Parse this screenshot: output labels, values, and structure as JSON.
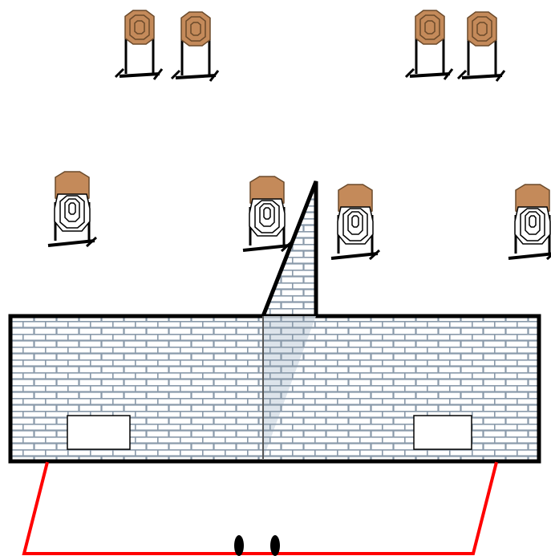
{
  "colors": {
    "background": "#ffffff",
    "target_fill": "#c48a5a",
    "target_stroke": "#6b4a2b",
    "stand_stroke": "#000000",
    "wall_brick_fill": "#ffffff",
    "wall_mortar": "#8a9aaa",
    "wall_outline": "#000000",
    "port_fill": "#ffffff",
    "boundary_line": "#ff0000",
    "shooter_marks": "#000000"
  },
  "icons": {
    "steel_target": "steel-target-icon",
    "paper_target": "paper-target-icon",
    "barricade": "brick-barricade-icon",
    "shooting_port": "shooting-port-icon",
    "shooter_position": "shooter-position-icon"
  },
  "stage": {
    "steel_targets_count": 4,
    "paper_targets_count": 4,
    "ports_count": 2,
    "shooter_marks_count": 2
  }
}
